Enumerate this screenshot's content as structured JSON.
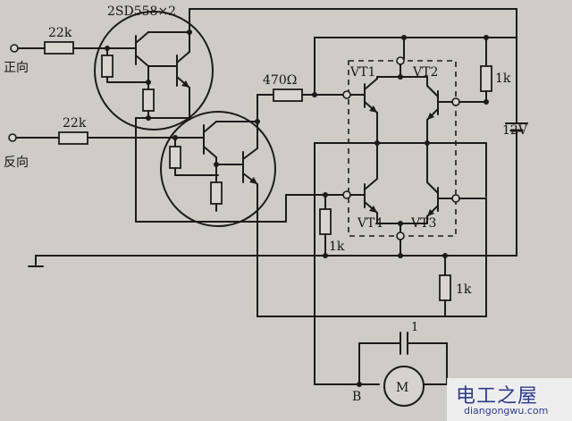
{
  "labels": {
    "transistor_pair": "2SD558×2",
    "forward": "正向",
    "reverse": "反向",
    "r_forward": "22k",
    "r_reverse": "22k",
    "r_470": "470Ω",
    "vt1": "VT1",
    "vt2": "VT2",
    "vt3": "VT3",
    "vt4": "VT4",
    "r_top_right": "1k",
    "r_left_bottom": "1k",
    "r_bottom": "1k",
    "supply": "12V",
    "cap": "1",
    "node_b": "B",
    "motor": "M"
  },
  "watermark": {
    "name": "电工之屋",
    "url": "diangongwu.com"
  },
  "colors": {
    "paper": "#cfcbc6",
    "ink": "#1b1b1b",
    "watermark": "#2d3d8a"
  }
}
